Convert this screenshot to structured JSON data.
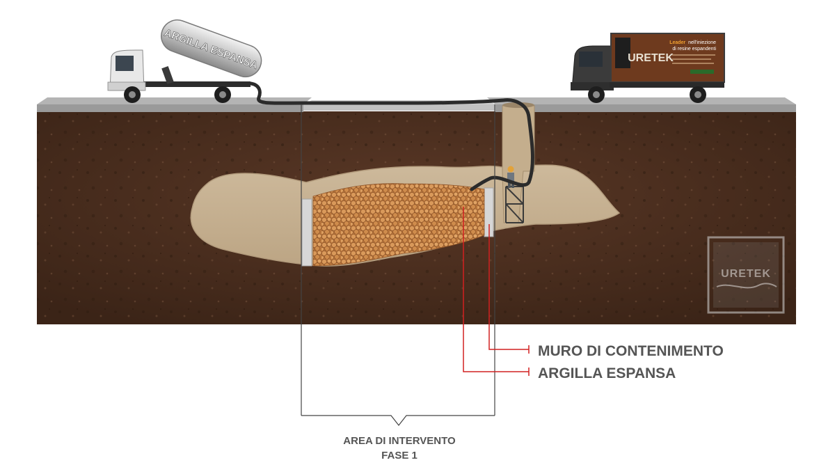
{
  "tanker": {
    "tank_label": "ARGILLA ESPANSA"
  },
  "van": {
    "panel_logo_letters": "URETEK",
    "headline_accent": "Leader",
    "headline_rest": "nell'iniezione",
    "headline_line2": "di resine espandenti"
  },
  "watermark": {
    "logo_text": "URETEK"
  },
  "callouts": [
    {
      "label": "MURO DI CONTENIMENTO"
    },
    {
      "label": "ARGILLA ESPANSA"
    }
  ],
  "bracket": {
    "line1": "AREA DI INTERVENTO",
    "line2": "FASE 1"
  },
  "colors": {
    "soil": "#4a2e1f",
    "cavity": "#c9b394",
    "road": "#a9a9a9",
    "clay_pellets": "#c98a4e",
    "callout_line": "#d22020",
    "label_text": "#555555",
    "van_body": "#6e3a1e"
  }
}
